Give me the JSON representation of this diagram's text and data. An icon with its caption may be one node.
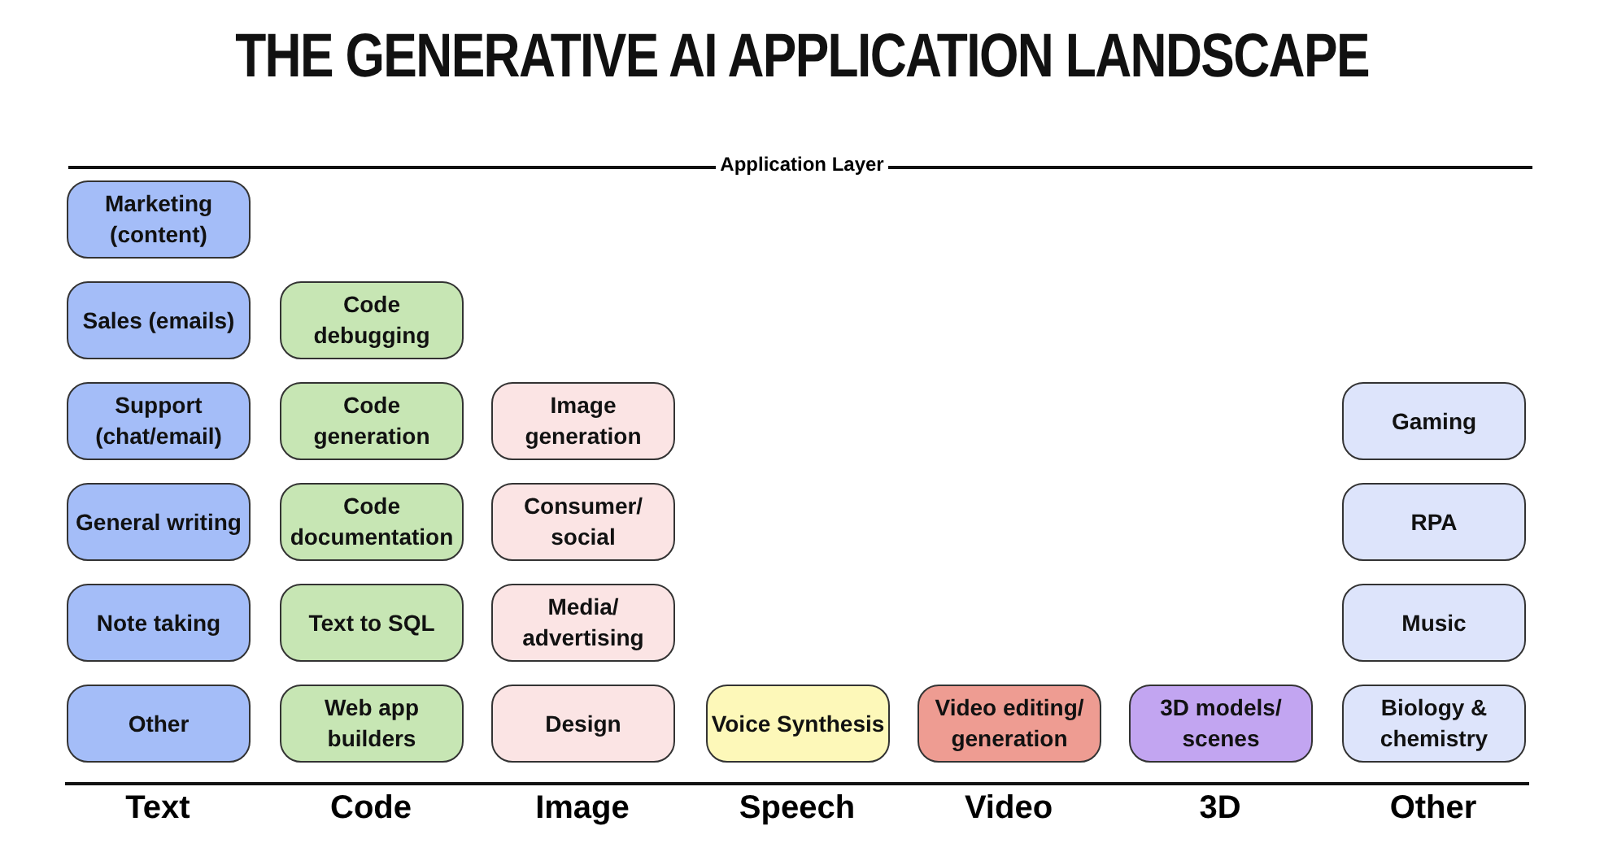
{
  "diagram": {
    "title": "THE GENERATIVE AI APPLICATION LANDSCAPE",
    "nodes": [
      {
        "text": [
          "Marketing (content)"
        ]
      },
      {
        "text": [
          "Sales (emails)"
        ]
      },
      {
        "text": [
          "Support (chat/email)"
        ]
      },
      {
        "text": [
          "General writing"
        ]
      },
      {
        "text": [
          "Note taking"
        ]
      },
      {
        "text": [
          "Other"
        ]
      },
      {
        "text": [
          "Code debugging"
        ]
      },
      {
        "text": [
          "Code generation"
        ]
      },
      {
        "text": [
          "Code documentation"
        ]
      },
      {
        "text": [
          "Text to SQL"
        ]
      },
      {
        "text": [
          "Web app builders"
        ]
      },
      {
        "text": [
          "Image generation"
        ]
      },
      {
        "text": [
          "Consumer/ social"
        ]
      },
      {
        "text": [
          "Media/ advertising"
        ]
      },
      {
        "text": [
          "Design"
        ]
      },
      {
        "text": [
          "Voice Synthesis"
        ]
      },
      {
        "text": [
          "Video editing/ generation"
        ]
      },
      {
        "text": [
          "3D models/ scenes"
        ]
      },
      {
        "text": [
          "Gaming"
        ]
      },
      {
        "text": [
          "RPA"
        ]
      },
      {
        "text": [
          "Music"
        ]
      },
      {
        "text": [
          "Biology & chemistry"
        ]
      }
    ],
    "edges": [],
    "labels": [
      "Application Layer",
      "Text",
      "Code",
      "Image",
      "Speech",
      "Video",
      "3D",
      "Other"
    ]
  }
}
